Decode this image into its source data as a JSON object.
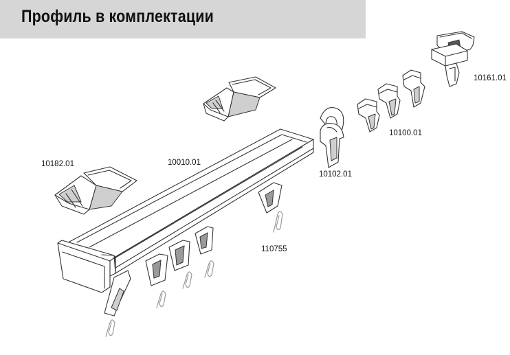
{
  "header": {
    "title": "Профиль в комплектации"
  },
  "parts": {
    "end_cap": {
      "label": "10182.01"
    },
    "profile": {
      "label": "10010.01"
    },
    "roller_hook": {
      "label": "10102.01"
    },
    "glider": {
      "label": "10100.01"
    },
    "ceiling_bracket": {
      "label": "10161.01"
    },
    "pin_clip": {
      "label": "110755"
    }
  },
  "colors": {
    "header_background": "#d6d6d6",
    "line": "#333333"
  }
}
